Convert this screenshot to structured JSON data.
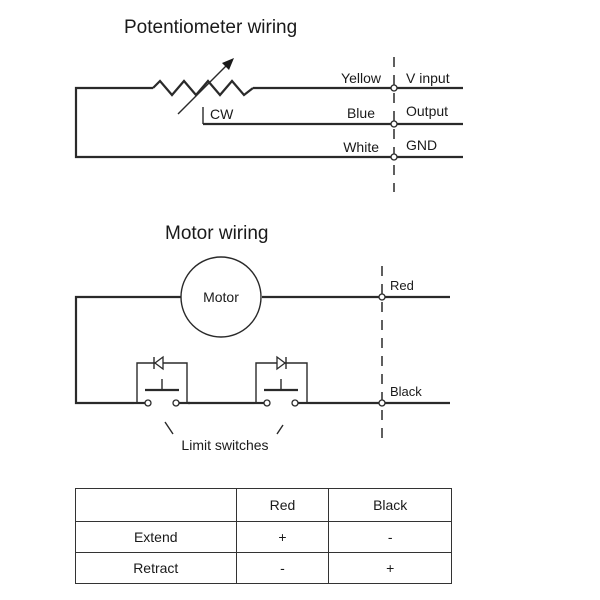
{
  "potentiometer": {
    "title": "Potentiometer wiring",
    "direction_label": "CW",
    "wires": [
      {
        "color": "Yellow",
        "signal": "V input"
      },
      {
        "color": "Blue",
        "signal": "Output"
      },
      {
        "color": "White",
        "signal": "GND"
      }
    ]
  },
  "motor": {
    "title": "Motor wiring",
    "motor_label": "Motor",
    "limit_switches_label": "Limit switches",
    "wires": [
      {
        "color": "Red"
      },
      {
        "color": "Black"
      }
    ]
  },
  "table": {
    "headers": [
      "",
      "Red",
      "Black"
    ],
    "rows": [
      {
        "label": "Extend",
        "red": "+",
        "black": "-"
      },
      {
        "label": "Retract",
        "red": "-",
        "black": "+"
      }
    ]
  }
}
